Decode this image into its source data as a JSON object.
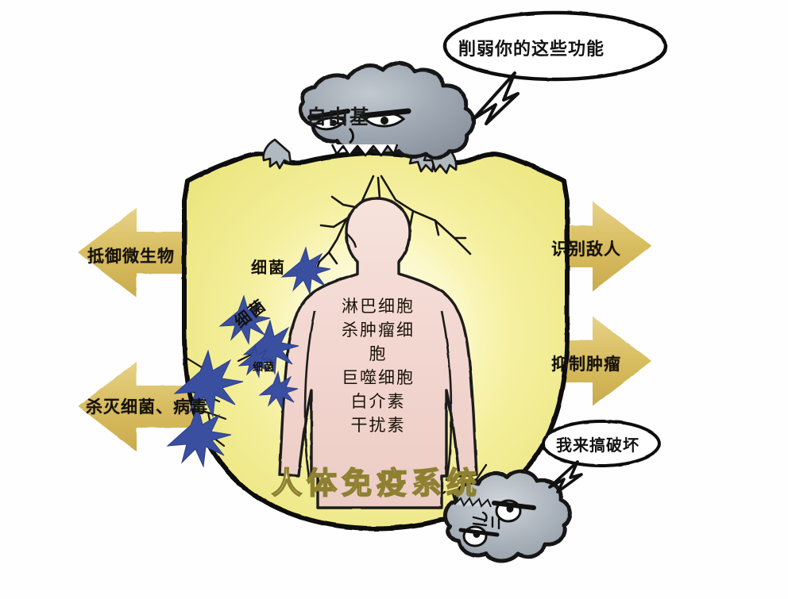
{
  "illustration": {
    "title": "人体免疫系统",
    "palette": {
      "shield_fill": "#f2ee93",
      "shield_fill_light": "#fbf8c4",
      "shield_outline": "#111111",
      "arrow_fill": "#d9bf63",
      "arrow_fill_light": "#e9d583",
      "body_fill": "#f3d8d2",
      "body_outline": "#1a1a1a",
      "cloud_fill": "#9aa3ad",
      "cloud_fill_light": "#b9c0c7",
      "cloud_outline": "#141414",
      "bacteria_fill": "#3a4fa0",
      "title_color": "#efe9a8",
      "title_stroke": "#8d8031",
      "background": "#ffffff"
    }
  },
  "shield": {
    "title": "人体免疫系统",
    "figure_name": "human-body-silhouette",
    "cell_lines": [
      "淋巴细胞",
      "杀肿瘤细",
      "胞",
      "巨噬细胞",
      "白介素",
      "干扰素"
    ]
  },
  "arrows": {
    "left": [
      {
        "label": "抵御微生物",
        "direction": "left"
      },
      {
        "label": "杀灭细菌、病毒",
        "direction": "left"
      }
    ],
    "right": [
      {
        "label": "识别敌人",
        "direction": "right"
      },
      {
        "label": "抑制肿瘤",
        "direction": "right"
      }
    ]
  },
  "threats": {
    "top_cloud": {
      "label": "自由基",
      "icon": "storm-cloud-monster-icon",
      "speech": "削弱你的这些功能"
    },
    "bottom_cloud": {
      "label": "",
      "icon": "storm-cloud-monster-icon",
      "speech": "我来搞破坏"
    }
  },
  "bacteria": {
    "labels": [
      {
        "text": "细菌",
        "size": "large"
      },
      {
        "text": "细菌",
        "size": "large"
      },
      {
        "text": "细菌",
        "size": "small"
      }
    ],
    "icon": "bacteria-star-icon",
    "count": 7
  }
}
